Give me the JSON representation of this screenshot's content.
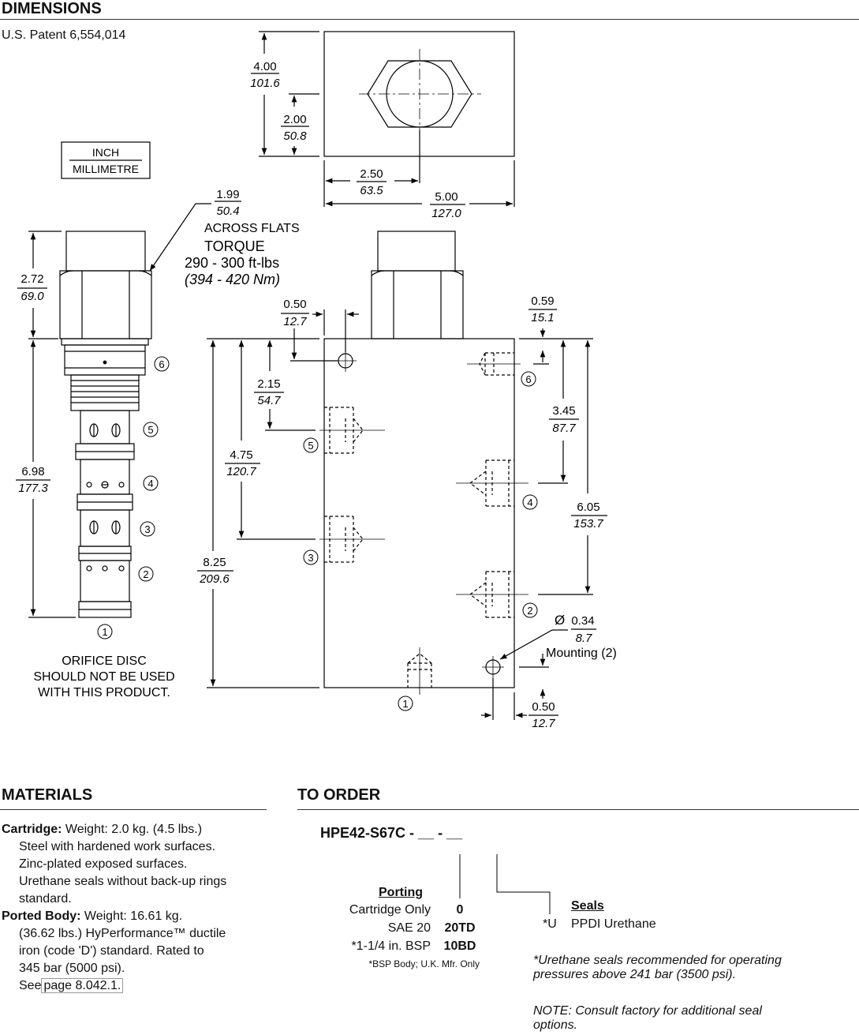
{
  "dimensions": {
    "title": "DIMENSIONS",
    "patent": "U.S. Patent 6,554,014",
    "unit_box": {
      "top": "INCH",
      "bottom": "MILLIMETRE"
    },
    "across_flats": {
      "inch": "1.99",
      "mm": "50.4",
      "label": "ACROSS FLATS"
    },
    "torque": {
      "title": "TORQUE",
      "value": "290 - 300 ft-lbs",
      "metric": "(394 - 420 Nm)"
    },
    "cartridge": {
      "height_top": {
        "inch": "2.72",
        "mm": "69.0"
      },
      "height_body": {
        "inch": "6.98",
        "mm": "177.3"
      },
      "ports": [
        "6",
        "5",
        "4",
        "3",
        "2",
        "1"
      ]
    },
    "top_view": {
      "height": {
        "inch": "4.00",
        "mm": "101.6"
      },
      "half_height": {
        "inch": "2.00",
        "mm": "50.8"
      },
      "half_width": {
        "inch": "2.50",
        "mm": "63.5"
      },
      "width": {
        "inch": "5.00",
        "mm": "127.0"
      }
    },
    "body": {
      "offset_top": {
        "inch": "0.50",
        "mm": "12.7"
      },
      "offset_right": {
        "inch": "0.59",
        "mm": "15.1"
      },
      "port5": {
        "inch": "2.15",
        "mm": "54.7"
      },
      "port3": {
        "inch": "4.75",
        "mm": "120.7"
      },
      "total": {
        "inch": "8.25",
        "mm": "209.6"
      },
      "port4": {
        "inch": "3.45",
        "mm": "87.7"
      },
      "port2": {
        "inch": "6.05",
        "mm": "153.7"
      },
      "hole": {
        "inch": "0.34",
        "mm": "8.7",
        "label": "Mounting (2)",
        "symbol": "Ø"
      },
      "offset_bottom": {
        "inch": "0.50",
        "mm": "12.7"
      },
      "ports": [
        "6",
        "5",
        "4",
        "3",
        "2",
        "1"
      ]
    },
    "orifice_note": [
      "ORIFICE DISC",
      "SHOULD NOT BE USED",
      "WITH THIS PRODUCT."
    ]
  },
  "materials": {
    "title": "MATERIALS",
    "cartridge_label": "Cartridge:",
    "cartridge_weight": " Weight: 2.0 kg. (4.5 lbs.)",
    "cartridge_lines": [
      "Steel with hardened work surfaces.",
      "Zinc-plated exposed surfaces.",
      "Urethane seals without back-up rings",
      "standard."
    ],
    "body_label": "Ported Body:",
    "body_weight": " Weight: 16.61 kg.",
    "body_lines": [
      "(36.62 lbs.) HyPerformance™ ductile",
      "iron (code 'D') standard. Rated to",
      "345 bar (5000 psi)."
    ],
    "see_prefix": "See",
    "see_link": "page 8.042.1."
  },
  "to_order": {
    "title": "TO ORDER",
    "model": "HPE42-S67C - __ - __",
    "porting": {
      "header": "Porting",
      "rows": [
        {
          "label": "Cartridge Only",
          "code": "0"
        },
        {
          "label": "SAE 20",
          "code": "20TD"
        },
        {
          "label": "*1-1/4 in. BSP",
          "code": "10BD"
        }
      ],
      "footnote": "*BSP Body; U.K. Mfr. Only"
    },
    "seals": {
      "header": "Seals",
      "rows": [
        {
          "code": "*U",
          "label": "PPDI Urethane"
        }
      ]
    },
    "note1": [
      "*Urethane seals recommended for operating",
      "pressures above 241 bar (3500 psi)."
    ],
    "note2": [
      "NOTE:  Consult factory for additional seal",
      "options."
    ]
  }
}
